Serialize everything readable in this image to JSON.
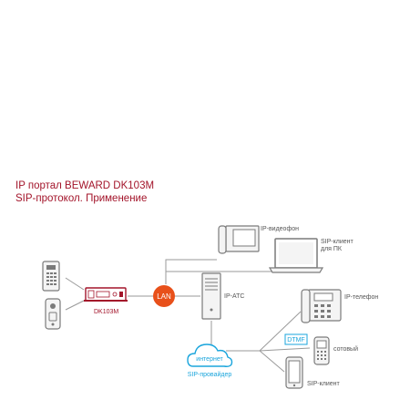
{
  "title": {
    "line1": "IP портал BEWARD DK103M",
    "line2": "SIP-протокол. Применение"
  },
  "nodes": {
    "dk103m": "DK103M",
    "lan": "LAN",
    "ip_videophone": "IP-видеофон",
    "sip_client_pc_line1": "SIP-клиент",
    "sip_client_pc_line2": "для ПК",
    "ip_pbx": "IP-АТС",
    "internet_line1": "интернет",
    "internet_line2": "SIP-провайдер",
    "ip_phone": "IP-телефон",
    "dtmf": "DTMF",
    "cellular": "сотовый",
    "sip_client": "SIP-клиент"
  },
  "colors": {
    "accent": "#a3142a",
    "lan": "#e8501a",
    "cloud": "#1aa5dc",
    "device": "#7a7a7a",
    "line": "#9a9a9a"
  },
  "icons": [
    "door-panel-icon",
    "door-station-icon",
    "dk103m-unit-icon",
    "lan-hub-icon",
    "videophone-icon",
    "laptop-icon",
    "server-icon",
    "cloud-icon",
    "desk-phone-icon",
    "cell-phone-icon",
    "smartphone-icon"
  ]
}
